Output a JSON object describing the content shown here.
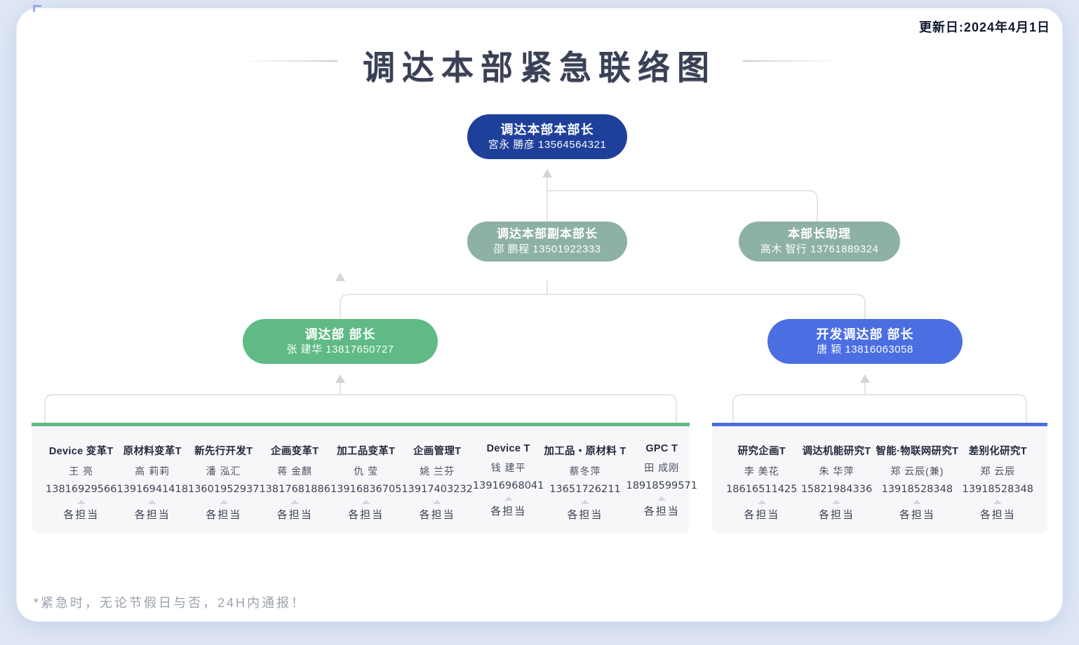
{
  "meta": {
    "update_date": "更新日:2024年4月1日"
  },
  "title": "调达本部紧急联络图",
  "footnote": "*紧急时，无论节假日与否，24H内通报！",
  "colors": {
    "level1": "#1f409a",
    "level2": "#8eb1a5",
    "level3_left": "#5fba85",
    "level3_right": "#4b6fe2",
    "connector": "#e4e5e9",
    "arrow": "#d3d4d9",
    "page_bg": "#dfe7f5"
  },
  "org": {
    "level1": {
      "title": "调达本部本部长",
      "contact": "宮永 勝彦 13564564321",
      "color": "#1f409a"
    },
    "level2": [
      {
        "title": "调达本部副本部长",
        "contact": "邵 鹏程 13501922333",
        "color": "#8eb1a5"
      },
      {
        "title": "本部长助理",
        "contact": "高木 智行 13761889324",
        "color": "#8eb1a5"
      }
    ],
    "level3": [
      {
        "title": "调达部 部长",
        "contact": "张 建华 13817650727",
        "color": "#5fba85"
      },
      {
        "title": "开发调达部 部长",
        "contact": "唐 颖 13816063058",
        "color": "#4b6fe2"
      }
    ],
    "groups": [
      {
        "accent": "#5fba85",
        "teams": [
          {
            "team": "Device 变革T",
            "name": "王 亮",
            "phone": "13816929566",
            "sub": "各担当"
          },
          {
            "team": "原材料变革T",
            "name": "高 莉莉",
            "phone": "13916941418",
            "sub": "各担当"
          },
          {
            "team": "新先行开发T",
            "name": "潘 泓汇",
            "phone": "13601952937",
            "sub": "各担当"
          },
          {
            "team": "企画变革T",
            "name": "蒋 金麒",
            "phone": "13817681886",
            "sub": "各担当"
          },
          {
            "team": "加工品变革T",
            "name": "仇 莹",
            "phone": "13916836705",
            "sub": "各担当"
          },
          {
            "team": "企画管理T",
            "name": "姚 兰芬",
            "phone": "13917403232",
            "sub": "各担当"
          },
          {
            "team": "Device T",
            "name": "钱 建平",
            "phone": "13916968041",
            "sub": "各担当"
          },
          {
            "team": "加工品・原材料 T",
            "name": "蔡冬萍",
            "phone": "13651726211",
            "sub": "各担当"
          },
          {
            "team": "GPC T",
            "name": "田 成刚",
            "phone": "18918599571",
            "sub": "各担当"
          }
        ]
      },
      {
        "accent": "#4b6fe2",
        "teams": [
          {
            "team": "研究企画T",
            "name": "李 美花",
            "phone": "18616511425",
            "sub": "各担当"
          },
          {
            "team": "调达机能研究T",
            "name": "朱 华萍",
            "phone": "15821984336",
            "sub": "各担当"
          },
          {
            "team": "智能·物联网研究T",
            "name": "郑 云辰(兼)",
            "phone": "13918528348",
            "sub": "各担当"
          },
          {
            "team": "差别化研究T",
            "name": "郑 云辰",
            "phone": "13918528348",
            "sub": "各担当"
          }
        ]
      }
    ]
  }
}
